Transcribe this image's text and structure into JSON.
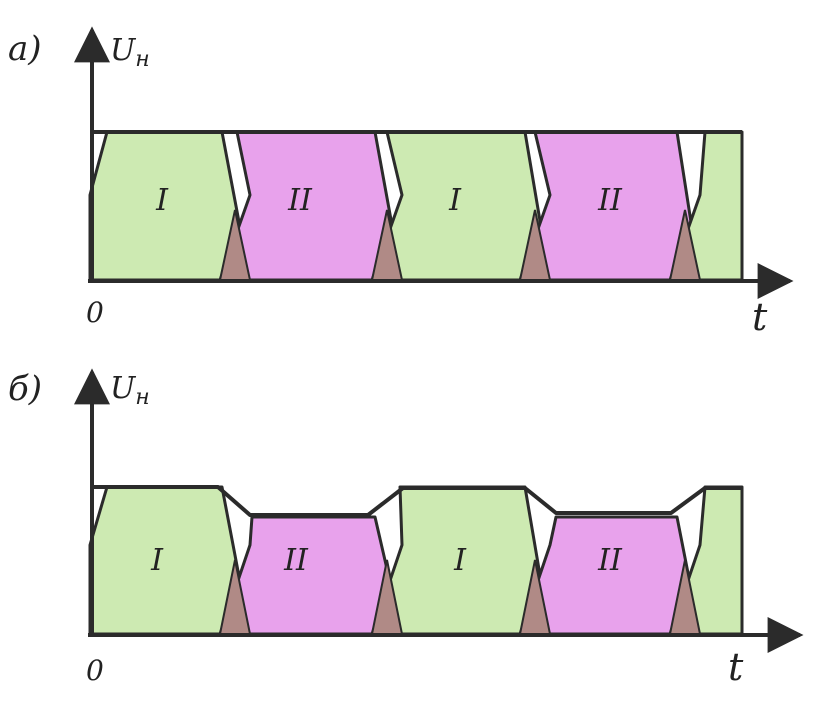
{
  "colors": {
    "phase_I": "#cdeab2",
    "phase_II": "#e8a2ec",
    "overlap": "#b08a86",
    "envelope": "#2b2b2b",
    "background": "#ffffff"
  },
  "panels": [
    {
      "id": "a",
      "panel_label": "a)",
      "y_axis_label": "U",
      "y_axis_label_sub": "н",
      "x_axis_label": "t",
      "origin_label": "0",
      "pulses": [
        {
          "label": "I",
          "phase": "I"
        },
        {
          "label": "II",
          "phase": "II"
        },
        {
          "label": "I",
          "phase": "I"
        },
        {
          "label": "II",
          "phase": "II"
        },
        {
          "label": "",
          "phase": "I"
        }
      ]
    },
    {
      "id": "b",
      "panel_label": "б)",
      "y_axis_label": "U",
      "y_axis_label_sub": "н",
      "x_axis_label": "t",
      "origin_label": "0",
      "pulses": [
        {
          "label": "I",
          "phase": "I"
        },
        {
          "label": "II",
          "phase": "II"
        },
        {
          "label": "I",
          "phase": "I"
        },
        {
          "label": "II",
          "phase": "II"
        },
        {
          "label": "",
          "phase": "I"
        }
      ]
    }
  ]
}
